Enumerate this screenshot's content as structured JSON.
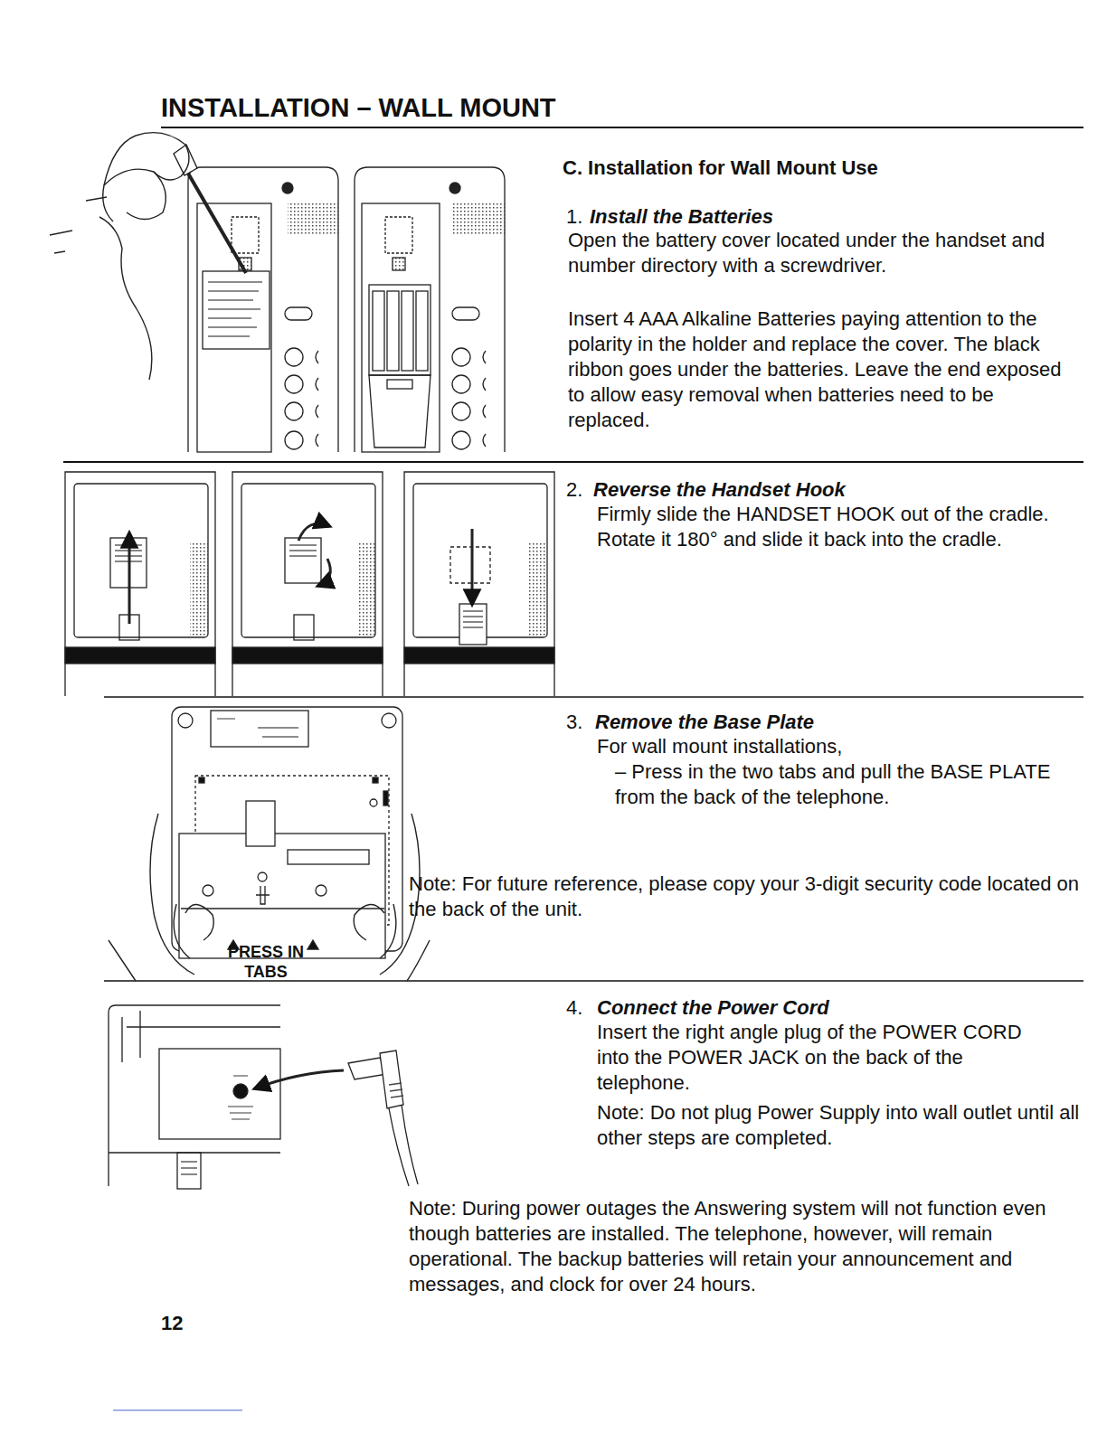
{
  "diagram": {
    "title": "INSTALLATION – WALL MOUNT",
    "labels": [
      "C. Installation for Wall Mount Use",
      "1.",
      "Install the Batteries",
      "Open the battery cover located under the handset and number directory with a screwdriver.",
      "Insert 4 AAA Alkaline Batteries paying attention to the polarity in the holder and replace the cover. The black ribbon goes under the batteries. Leave the end exposed to allow easy removal when batteries need to be replaced.",
      "2.",
      "Reverse the Handset Hook",
      "Firmly slide the HANDSET HOOK out of the cradle. Rotate it 180° and slide it back into the cradle.",
      "3.",
      "Remove the Base Plate",
      "For wall mount installations,",
      "– Press in the two tabs and pull the BASE PLATE from the back of the telephone.",
      "Note: For future reference, please copy your 3-digit security code located on the back of the unit.",
      "PRESS IN TABS",
      "4.",
      "Connect the Power Cord",
      "Insert the right angle plug of the POWER CORD into the POWER JACK on the back of the telephone.",
      "Note: Do not plug Power Supply into wall outlet until all other steps are completed.",
      "Note: During power outages the Answering system will not function even though batteries are installed. The telephone, however, will remain operational. The backup batteries will retain your announcement and messages, and clock for over 24 hours.",
      "12"
    ]
  }
}
